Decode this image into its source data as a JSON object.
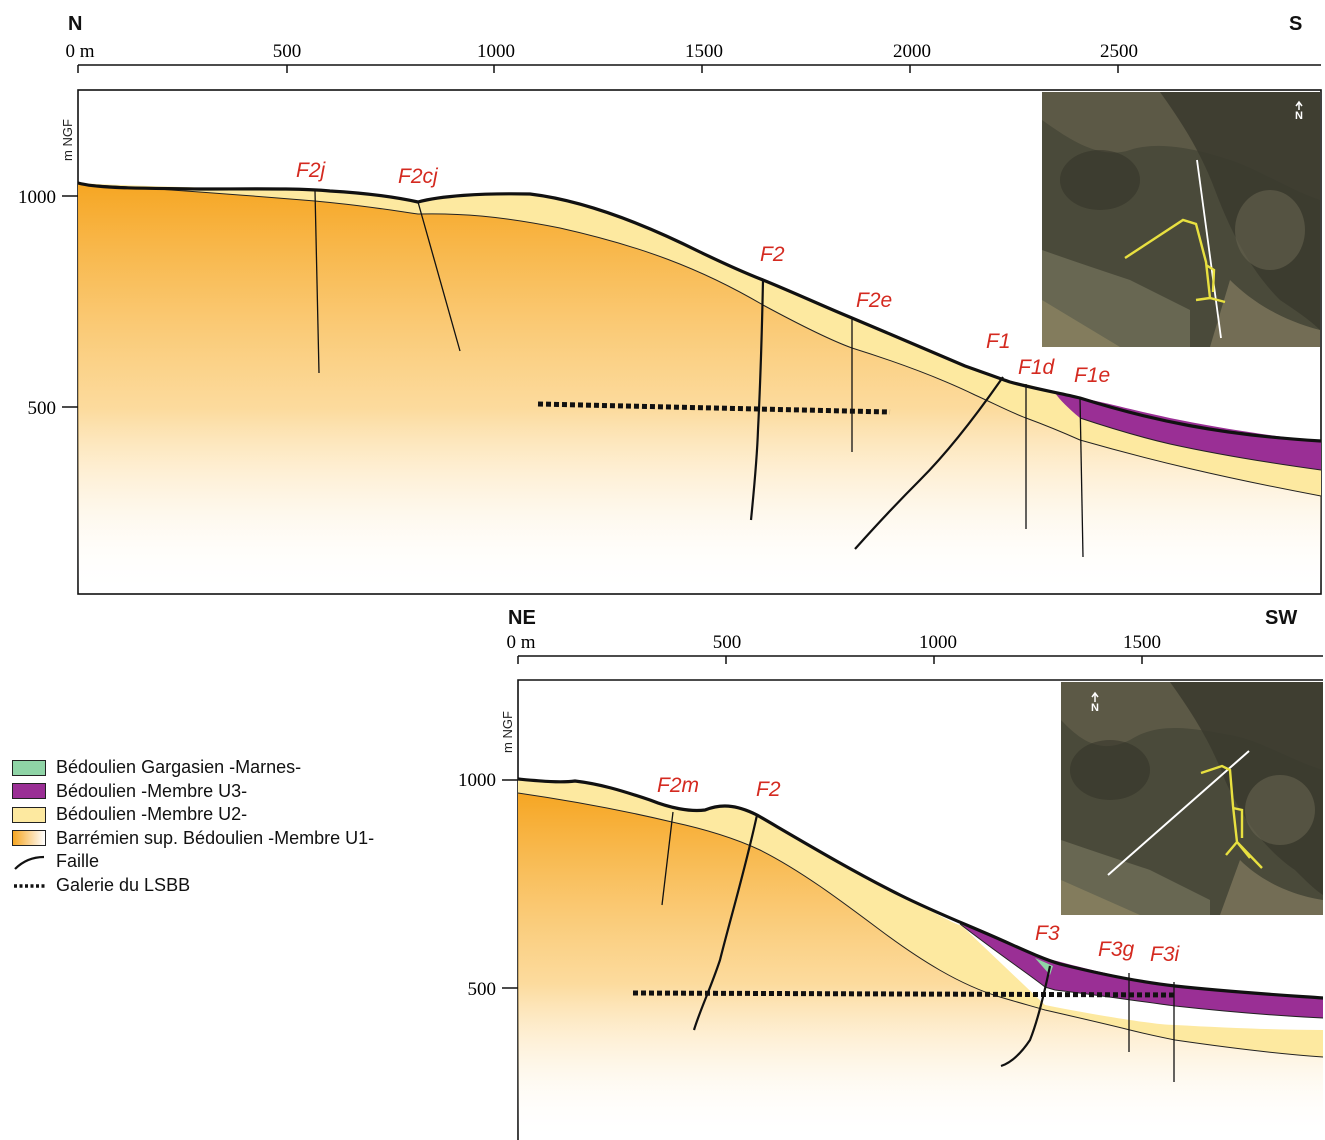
{
  "colors": {
    "u1_top": "#f6a623",
    "u2": "#fde9a0",
    "u3": "#9a2f95",
    "marnes": "#8fd4a6",
    "fault_label": "#d42a20",
    "line": "#111111"
  },
  "section_top": {
    "left_dir": "N",
    "right_dir": "S",
    "x_ticks": [
      "0 m",
      "500",
      "1000",
      "1500",
      "2000",
      "2500"
    ],
    "y_label": "m NGF",
    "y_ticks": [
      "1000",
      "500"
    ],
    "faults": [
      "F2j",
      "F2cj",
      "F2",
      "F2e",
      "F1",
      "F1d",
      "F1e"
    ],
    "map_inset": {
      "north_symbol": "N"
    }
  },
  "section_bottom": {
    "left_dir": "NE",
    "right_dir": "SW",
    "x_ticks": [
      "0 m",
      "500",
      "1000",
      "1500"
    ],
    "y_label": "m NGF",
    "y_ticks": [
      "1000",
      "500"
    ],
    "faults": [
      "F2m",
      "F2",
      "F3",
      "F3g",
      "F3i"
    ],
    "map_inset": {
      "north_symbol": "N"
    }
  },
  "legend": [
    {
      "label": "Bédoulien Gargasien -Marnes-",
      "kind": "marnes"
    },
    {
      "label": "Bédoulien -Membre U3-",
      "kind": "u3"
    },
    {
      "label": "Bédoulien -Membre U2-",
      "kind": "u2"
    },
    {
      "label": "Barrémien sup. Bédoulien -Membre U1-",
      "kind": "u1"
    },
    {
      "label": "Faille",
      "kind": "fault"
    },
    {
      "label": "Galerie du LSBB",
      "kind": "gallery"
    }
  ]
}
